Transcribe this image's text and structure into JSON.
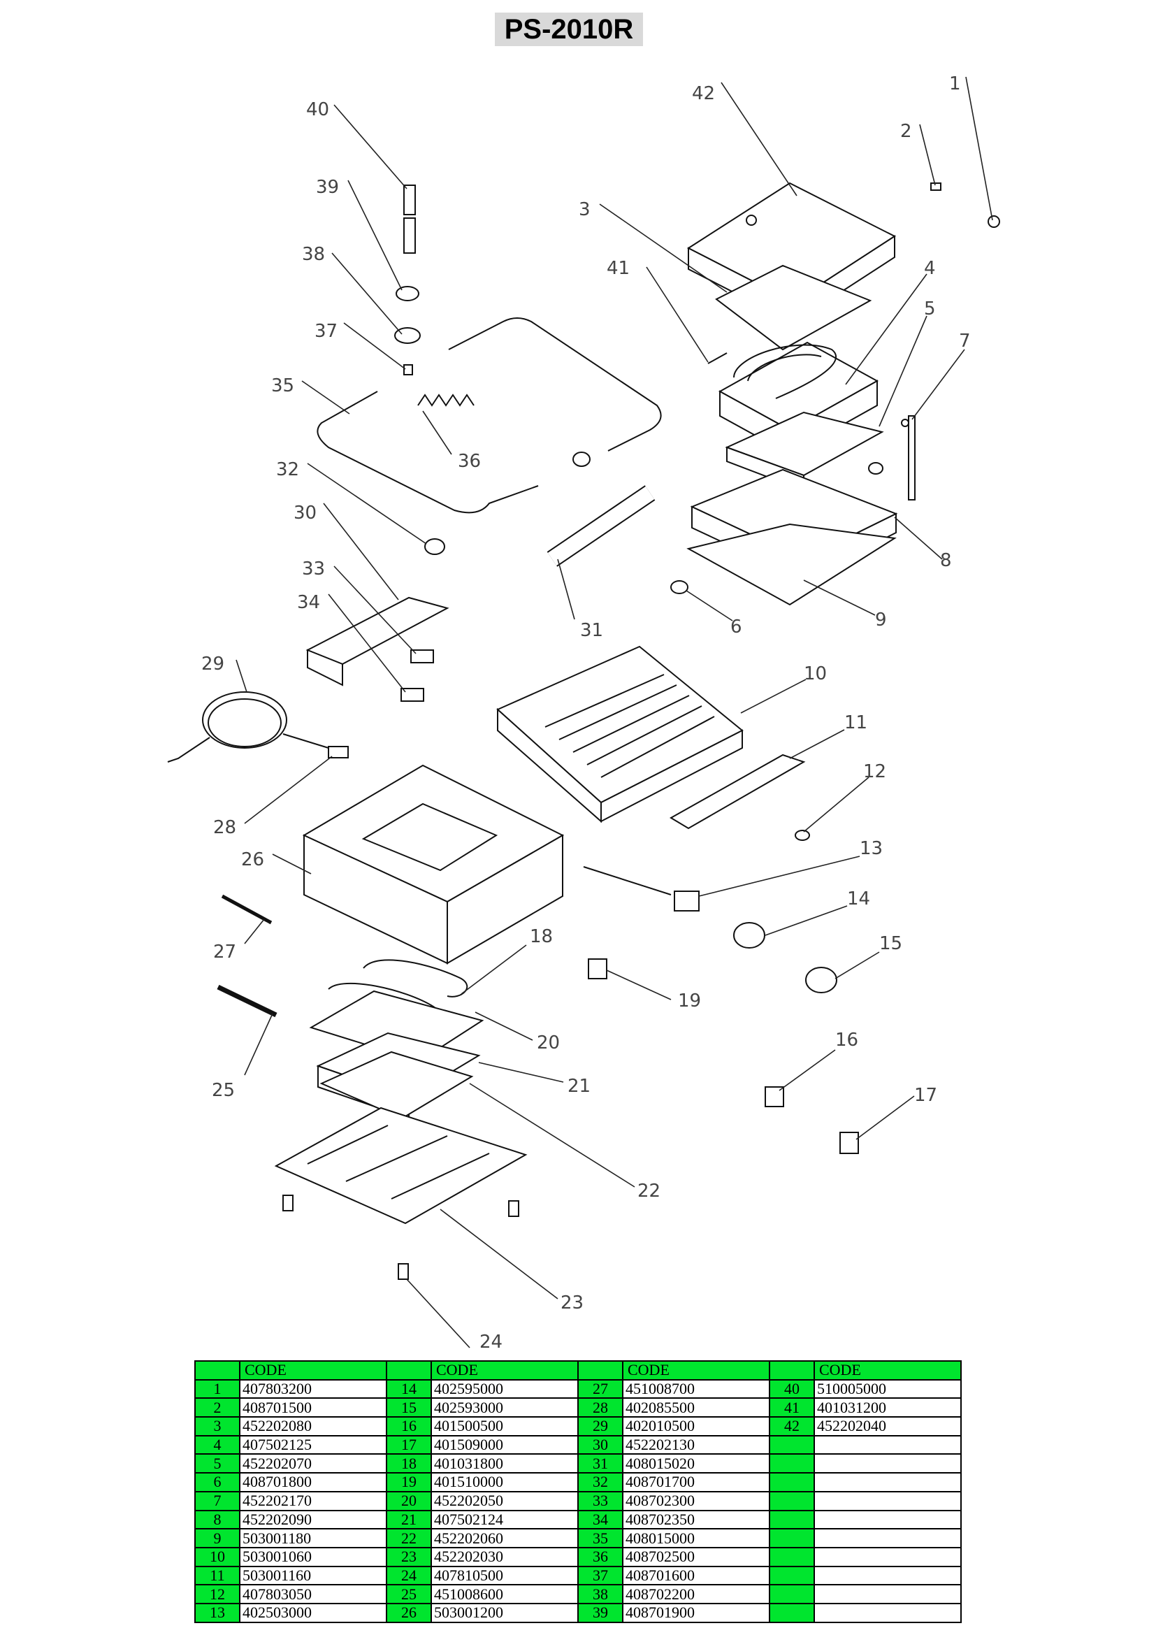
{
  "title": "PS-2010R",
  "labels": [
    "1",
    "2",
    "3",
    "4",
    "5",
    "6",
    "7",
    "8",
    "9",
    "10",
    "11",
    "12",
    "13",
    "14",
    "15",
    "16",
    "17",
    "18",
    "19",
    "20",
    "21",
    "22",
    "23",
    "24",
    "25",
    "26",
    "27",
    "28",
    "29",
    "30",
    "31",
    "32",
    "33",
    "34",
    "35",
    "36",
    "37",
    "38",
    "39",
    "40",
    "41",
    "42"
  ],
  "table": {
    "header": "CODE",
    "columns": [
      [
        [
          "1",
          "407803200"
        ],
        [
          "2",
          "408701500"
        ],
        [
          "3",
          "452202080"
        ],
        [
          "4",
          "407502125"
        ],
        [
          "5",
          "452202070"
        ],
        [
          "6",
          "408701800"
        ],
        [
          "7",
          "452202170"
        ],
        [
          "8",
          "452202090"
        ],
        [
          "9",
          "503001180"
        ],
        [
          "10",
          "503001060"
        ],
        [
          "11",
          "503001160"
        ],
        [
          "12",
          "407803050"
        ],
        [
          "13",
          "402503000"
        ]
      ],
      [
        [
          "14",
          "402595000"
        ],
        [
          "15",
          "402593000"
        ],
        [
          "16",
          "401500500"
        ],
        [
          "17",
          "401509000"
        ],
        [
          "18",
          "401031800"
        ],
        [
          "19",
          "401510000"
        ],
        [
          "20",
          "452202050"
        ],
        [
          "21",
          "407502124"
        ],
        [
          "22",
          "452202060"
        ],
        [
          "23",
          "452202030"
        ],
        [
          "24",
          "407810500"
        ],
        [
          "25",
          "451008600"
        ],
        [
          "26",
          "503001200"
        ]
      ],
      [
        [
          "27",
          "451008700"
        ],
        [
          "28",
          "402085500"
        ],
        [
          "29",
          "402010500"
        ],
        [
          "30",
          "452202130"
        ],
        [
          "31",
          "408015020"
        ],
        [
          "32",
          "408701700"
        ],
        [
          "33",
          "408702300"
        ],
        [
          "34",
          "408702350"
        ],
        [
          "35",
          "408015000"
        ],
        [
          "36",
          "408702500"
        ],
        [
          "37",
          "408701600"
        ],
        [
          "38",
          "408702200"
        ],
        [
          "39",
          "408701900"
        ]
      ],
      [
        [
          "40",
          "510005000"
        ],
        [
          "41",
          "401031200"
        ],
        [
          "42",
          "452202040"
        ],
        [
          "",
          ""
        ],
        [
          "",
          ""
        ],
        [
          "",
          ""
        ],
        [
          "",
          ""
        ],
        [
          "",
          ""
        ],
        [
          "",
          ""
        ],
        [
          "",
          ""
        ],
        [
          "",
          ""
        ],
        [
          "",
          ""
        ],
        [
          "",
          ""
        ]
      ]
    ]
  }
}
